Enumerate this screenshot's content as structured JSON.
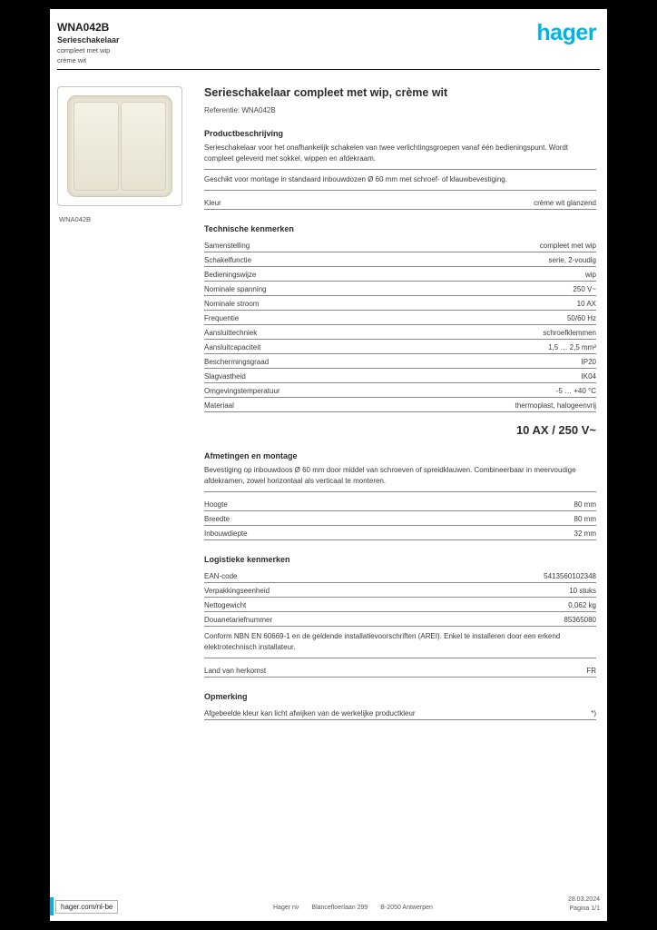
{
  "header": {
    "reference": "WNA042B",
    "product_line1": "Serieschakelaar",
    "product_line2": "compleet met wip",
    "product_line3": "crème wit",
    "logo_text": "hager"
  },
  "product": {
    "image_caption": "WNA042B",
    "title": "Serieschakelaar compleet met wip, crème wit",
    "subtitle": "Referentie: WNA042B"
  },
  "description": {
    "heading": "Productbeschrijving",
    "paragraph1": "Serieschakelaar voor het onafhankelijk schakelen van twee verlichtingsgroepen vanaf één bedieningspunt. Wordt compleet geleverd met sokkel, wippen en afdekraam.",
    "paragraph2": "Geschikt voor montage in standaard inbouwdozen Ø 60 mm met schroef- of klauwbevestiging.",
    "color_row": {
      "label": "Kleur",
      "value": "crème wit glanzend"
    }
  },
  "technical": {
    "heading": "Technische kenmerken",
    "rows": [
      {
        "label": "Samenstelling",
        "value": "compleet met wip"
      },
      {
        "label": "Schakelfunctie",
        "value": "serie, 2-voudig"
      },
      {
        "label": "Bedieningswijze",
        "value": "wip"
      },
      {
        "label": "Nominale spanning",
        "value": "250 V~"
      },
      {
        "label": "Nominale stroom",
        "value": "10 AX"
      },
      {
        "label": "Frequentie",
        "value": "50/60 Hz"
      },
      {
        "label": "Aansluittechniek",
        "value": "schroefklemmen"
      },
      {
        "label": "Aansluitcapaciteit",
        "value": "1,5 … 2,5 mm²"
      },
      {
        "label": "Beschermingsgraad",
        "value": "IP20"
      },
      {
        "label": "Slagvastheid",
        "value": "IK04"
      },
      {
        "label": "Omgevingstemperatuur",
        "value": "-5 … +40 °C"
      },
      {
        "label": "Materiaal",
        "value": "thermoplast, halogeenvrij"
      }
    ],
    "highlight": "10 AX / 250 V~"
  },
  "dimensions": {
    "heading": "Afmetingen en montage",
    "paragraph": "Bevestiging op inbouwdoos Ø 60 mm door middel van schroeven of spreidklauwen. Combineerbaar in meervoudige afdekramen, zowel horizontaal als verticaal te monteren.",
    "rows": [
      {
        "label": "Hoogte",
        "value": "80 mm"
      },
      {
        "label": "Breedte",
        "value": "80 mm"
      },
      {
        "label": "Inbouwdiepte",
        "value": "32 mm"
      }
    ]
  },
  "logistics": {
    "heading": "Logistieke kenmerken",
    "rows": [
      {
        "label": "EAN-code",
        "value": "5413560102348"
      },
      {
        "label": "Verpakkingseenheid",
        "value": "10 stuks"
      },
      {
        "label": "Nettogewicht",
        "value": "0,062 kg"
      },
      {
        "label": "Douanetariefnummer",
        "value": "85365080"
      }
    ],
    "paragraph": "Conform NBN EN 60669-1 en de geldende installatievoorschriften (AREI). Enkel te installeren door een erkend elektrotechnisch installateur.",
    "origin_row": {
      "label": "Land van herkomst",
      "value": "FR"
    }
  },
  "note": {
    "heading": "Opmerking",
    "row": {
      "label": "Afgebeelde kleur kan licht afwijken van de werkelijke productkleur",
      "value": "*)"
    }
  },
  "footer": {
    "link": "hager.com/nl-be",
    "address": [
      "Hager nv",
      "Blancefloerlaan 299",
      "B-2050 Antwerpen"
    ],
    "meta": [
      "28.03.2024",
      "Pagina 1/1"
    ]
  }
}
